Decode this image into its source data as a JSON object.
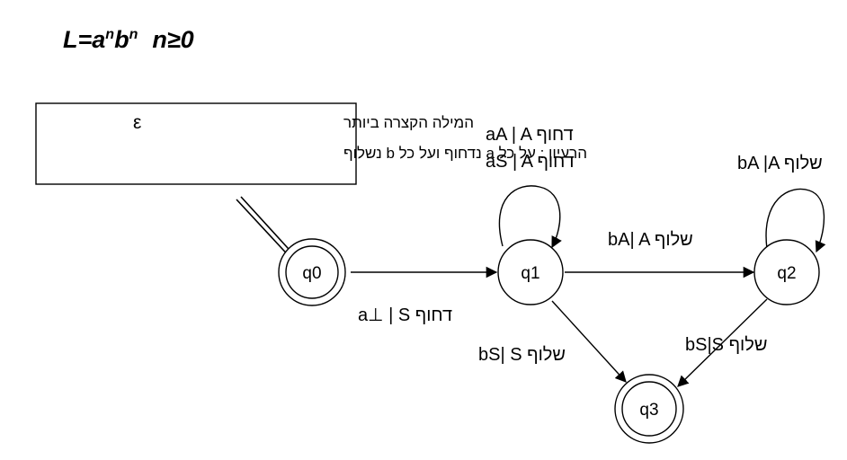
{
  "title": {
    "main": "L=a",
    "exp1": "n",
    "mid": "b",
    "exp2": "n",
    "condition": "n≥0"
  },
  "note": {
    "line1": "המילה הקצרה ביותר",
    "epsilon": "ε",
    "line2": "הרעיון : על כל a נדחוף ועל כל b נשלוף"
  },
  "states": {
    "q0": "q0",
    "q1": "q1",
    "q2": "q2",
    "q3": "q3"
  },
  "transitions": {
    "q0_q1": "a⊥ | S דחוף",
    "q1_loop_1": "aA | A דחוף",
    "q1_loop_2": "aS | A דחוף",
    "q1_q2": "bA| A שלוף",
    "q2_loop": "bA |A שלוף",
    "q1_q3": "bS| S שלוף",
    "q2_q3": "bS|S שלוף"
  }
}
